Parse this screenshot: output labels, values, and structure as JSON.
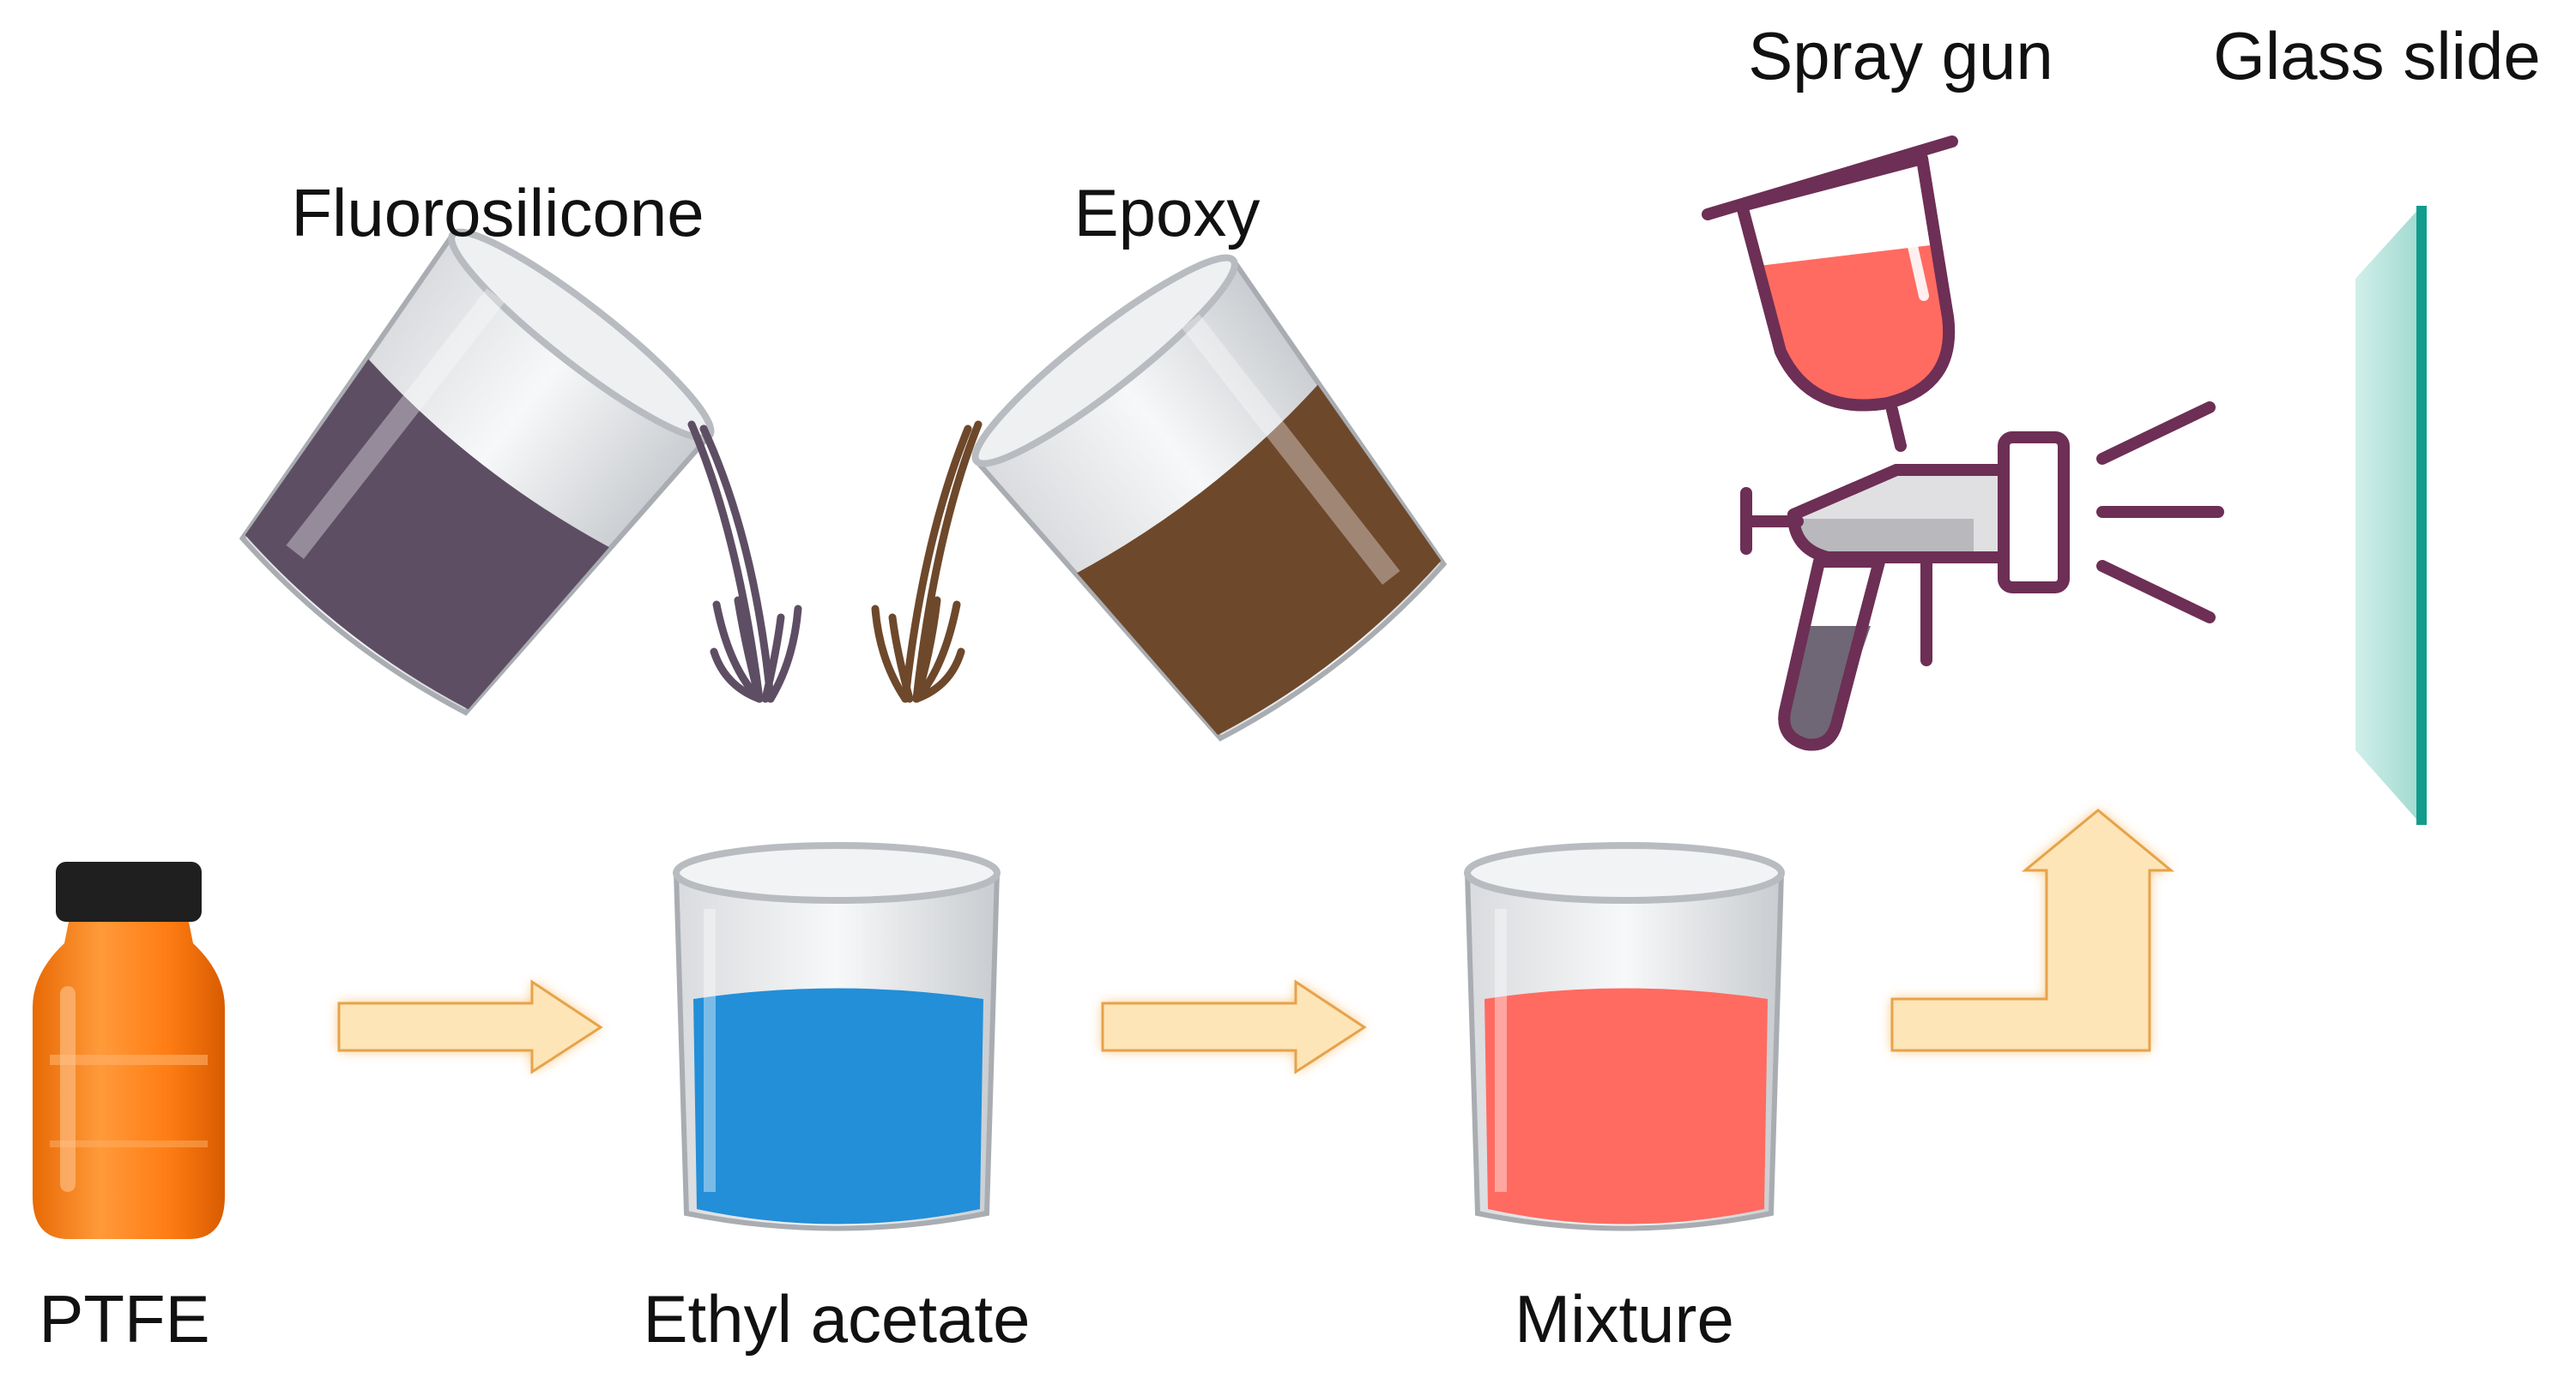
{
  "labels": {
    "fluorosilicone": "Fluorosilicone",
    "epoxy": "Epoxy",
    "spray_gun": "Spray gun",
    "glass_slide": "Glass slide",
    "ptfe": "PTFE",
    "ethyl_acetate": "Ethyl acetate",
    "mixture": "Mixture"
  },
  "colors": {
    "fluorosilicone_liquid": "#5e4e64",
    "epoxy_liquid": "#6e482b",
    "ethyl_acetate_liquid": "#228fd8",
    "mixture_liquid": "#ff6b61",
    "bottle_orange": "#ff7d14",
    "bottle_cap": "#1f1f1f",
    "arrow_fill": "#fde5b8",
    "arrow_glow": "#f7a93f",
    "spray_gun_outline": "#6d2f55",
    "glass_slide": "#9fdcd1",
    "glass_edge": "#119c8c"
  },
  "icons": [
    "tilted-beaker-icon",
    "liquid-stream-icon",
    "bottle-icon",
    "beaker-icon",
    "flow-arrow-icon",
    "spray-gun-icon",
    "glass-slide-icon"
  ]
}
